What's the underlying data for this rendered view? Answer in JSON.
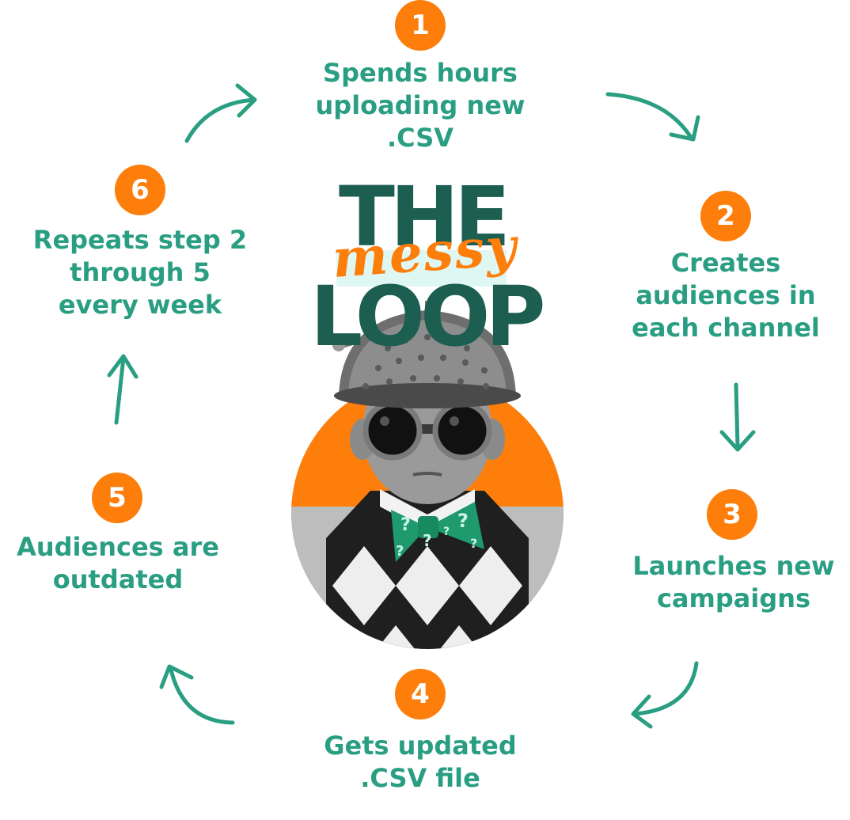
{
  "title": {
    "line1": "THE",
    "accent": "messy",
    "line2": "LOOP"
  },
  "steps": [
    {
      "number": "1",
      "label": "Spends hours\nuploading new\n.CSV"
    },
    {
      "number": "2",
      "label": "Creates\naudiences in\neach channel"
    },
    {
      "number": "3",
      "label": "Launches new\ncampaigns"
    },
    {
      "number": "4",
      "label": "Gets updated\n.CSV file"
    },
    {
      "number": "5",
      "label": "Audiences are\noutdated"
    },
    {
      "number": "6",
      "label": "Repeats step 2\nthrough 5\nevery week"
    }
  ],
  "illustration": {
    "name": "boy-with-colander-helmet-and-goggles"
  },
  "colors": {
    "accent_orange": "#fd7e0b",
    "step_text_teal": "#2a9e82",
    "title_dark_green": "#1c5e50",
    "highlight_mint": "#dff7f3",
    "bowtie_green": "#1e9a6e"
  }
}
